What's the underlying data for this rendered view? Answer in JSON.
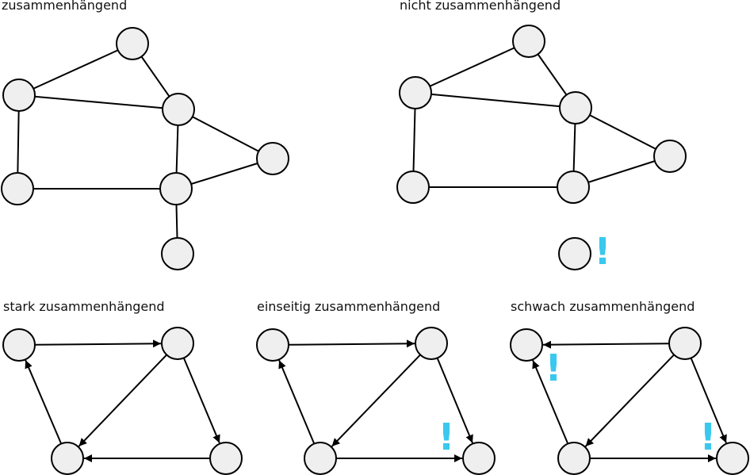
{
  "colors": {
    "node_fill": "#efefef",
    "stroke": "#000000",
    "highlight": "#3ac8ee"
  },
  "icons": {
    "arrowhead": "arrow-head-icon",
    "highlight": "exclamation-mark-icon"
  },
  "panels": [
    {
      "id": "connected",
      "title": "zusammenhängend",
      "directed": false,
      "nodes": 7,
      "edges": [
        [
          0,
          1
        ],
        [
          0,
          2
        ],
        [
          1,
          2
        ],
        [
          0,
          3
        ],
        [
          3,
          4
        ],
        [
          2,
          4
        ],
        [
          4,
          5
        ],
        [
          2,
          5
        ],
        [
          4,
          6
        ]
      ]
    },
    {
      "id": "not-connected",
      "title": "nicht zusammenhängend",
      "directed": false,
      "nodes": 7,
      "edges": [
        [
          0,
          1
        ],
        [
          0,
          2
        ],
        [
          1,
          2
        ],
        [
          0,
          3
        ],
        [
          3,
          4
        ],
        [
          2,
          4
        ],
        [
          4,
          5
        ],
        [
          2,
          5
        ]
      ],
      "highlights": [
        "!"
      ]
    },
    {
      "id": "strongly-connected",
      "title": "stark zusammenhängend",
      "directed": true,
      "nodes": 4,
      "edges": [
        [
          0,
          1
        ],
        [
          1,
          2
        ],
        [
          1,
          3
        ],
        [
          3,
          2
        ],
        [
          2,
          0
        ]
      ]
    },
    {
      "id": "unilaterally-connected",
      "title": "einseitig zusammenhängend",
      "directed": true,
      "nodes": 4,
      "edges": [
        [
          0,
          1
        ],
        [
          1,
          2
        ],
        [
          1,
          3
        ],
        [
          2,
          3
        ],
        [
          2,
          0
        ]
      ],
      "highlights": [
        "!"
      ]
    },
    {
      "id": "weakly-connected",
      "title": "schwach zusammenhängend",
      "directed": true,
      "nodes": 4,
      "edges": [
        [
          1,
          0
        ],
        [
          1,
          2
        ],
        [
          1,
          3
        ],
        [
          2,
          3
        ],
        [
          2,
          0
        ]
      ],
      "highlights": [
        "!",
        "!"
      ]
    }
  ]
}
